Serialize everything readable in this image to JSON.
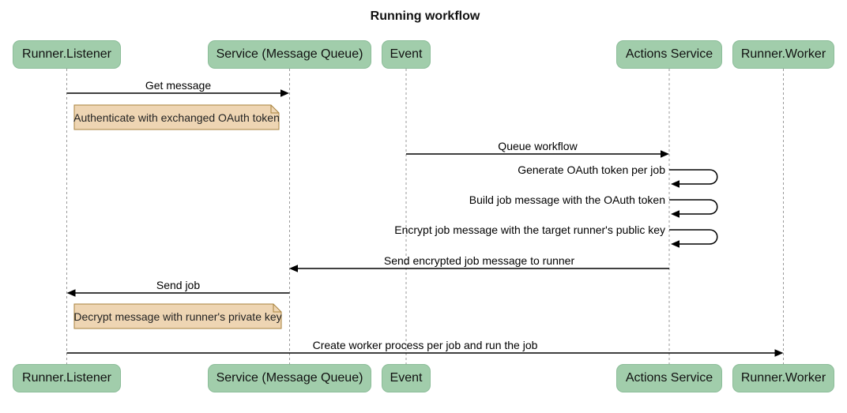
{
  "title": "Running workflow",
  "colors": {
    "background": "#ffffff",
    "actor_fill": "#A1CDAB",
    "actor_border": "#8CBD99",
    "note_fill": "#EED5B3",
    "note_border": "#A8823D",
    "lifeline": "#999999",
    "arrow": "#000000"
  },
  "actors": [
    {
      "label": "Runner.Listener"
    },
    {
      "label": "Service (Message Queue)"
    },
    {
      "label": "Event"
    },
    {
      "label": "Actions Service"
    },
    {
      "label": "Runner.Worker"
    }
  ],
  "messages": [
    {
      "label": "Get message",
      "from": "Runner.Listener",
      "to": "Service (Message Queue)",
      "self": false
    },
    {
      "label": "Queue workflow",
      "from": "Event",
      "to": "Actions Service",
      "self": false
    },
    {
      "label": "Generate OAuth token per job",
      "from": "Actions Service",
      "to": "Actions Service",
      "self": true
    },
    {
      "label": "Build job message with the OAuth token",
      "from": "Actions Service",
      "to": "Actions Service",
      "self": true
    },
    {
      "label": "Encrypt job message with the target runner's public key",
      "from": "Actions Service",
      "to": "Actions Service",
      "self": true
    },
    {
      "label": "Send encrypted job message to runner",
      "from": "Actions Service",
      "to": "Service (Message Queue)",
      "self": false
    },
    {
      "label": "Send job",
      "from": "Service (Message Queue)",
      "to": "Runner.Listener",
      "self": false
    },
    {
      "label": "Create worker process per job and run the job",
      "from": "Runner.Listener",
      "to": "Runner.Worker",
      "self": false
    }
  ],
  "notes": [
    {
      "label": "Authenticate with exchanged OAuth token",
      "position": "right of Runner.Listener"
    },
    {
      "label": "Decrypt message with runner's private key",
      "position": "right of Runner.Listener"
    }
  ]
}
